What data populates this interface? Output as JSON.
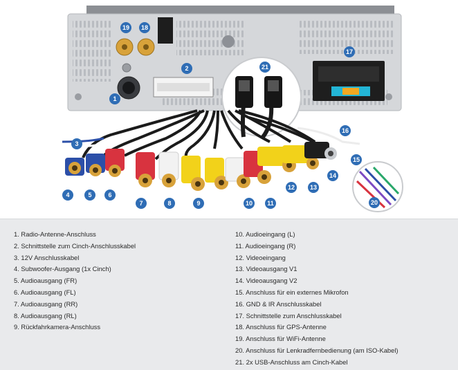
{
  "callouts": {
    "c1": "1",
    "c2": "2",
    "c3": "3",
    "c4": "4",
    "c5": "5",
    "c6": "6",
    "c7": "7",
    "c8": "8",
    "c9": "9",
    "c10": "10",
    "c11": "11",
    "c12": "12",
    "c13": "13",
    "c14": "14",
    "c15": "15",
    "c16": "16",
    "c17": "17",
    "c18": "18",
    "c19": "19",
    "c20": "20",
    "c21": "21"
  },
  "legend": {
    "left": [
      "1. Radio-Antenne-Anschluss",
      "2. Schnittstelle zum Cinch-Anschlusskabel",
      "3. 12V Anschlusskabel",
      "4. Subwoofer-Ausgang (1x Cinch)",
      "5. Audioausgang (FR)",
      "6. Audioausgang (FL)",
      "7. Audioausgang (RR)",
      "8. Audioausgang (RL)",
      "9. Rückfahrkamera-Anschluss"
    ],
    "right": [
      "10. Audioeingang (L)",
      "11. Audioeingang (R)",
      "12. Videoeingang",
      "13. Videoausgang V1",
      "14. Videoausgang V2",
      "15. Anschluss für ein externes Mikrofon",
      "16. GND & IR Anschlusskabel",
      "17. Schnittstelle zum Anschlusskabel",
      "18. Anschluss für GPS-Antenne",
      "19. Anschluss für WiFi-Antenne",
      "20. Anschluss für Lenkradfernbedienung (am ISO-Kabel)",
      "21. 2x USB-Anschluss am Cinch-Kabel"
    ]
  },
  "colors": {
    "badge": "#2f6db5",
    "panel": "#d5d7da",
    "rca_blue": "#2c4fa8",
    "rca_red": "#d8333f",
    "rca_white": "#f2f2f2",
    "rca_yellow": "#f2d21a",
    "gold": "#d8a23a",
    "fuse": "#23b5d6",
    "cable": "#1b1b1b"
  }
}
